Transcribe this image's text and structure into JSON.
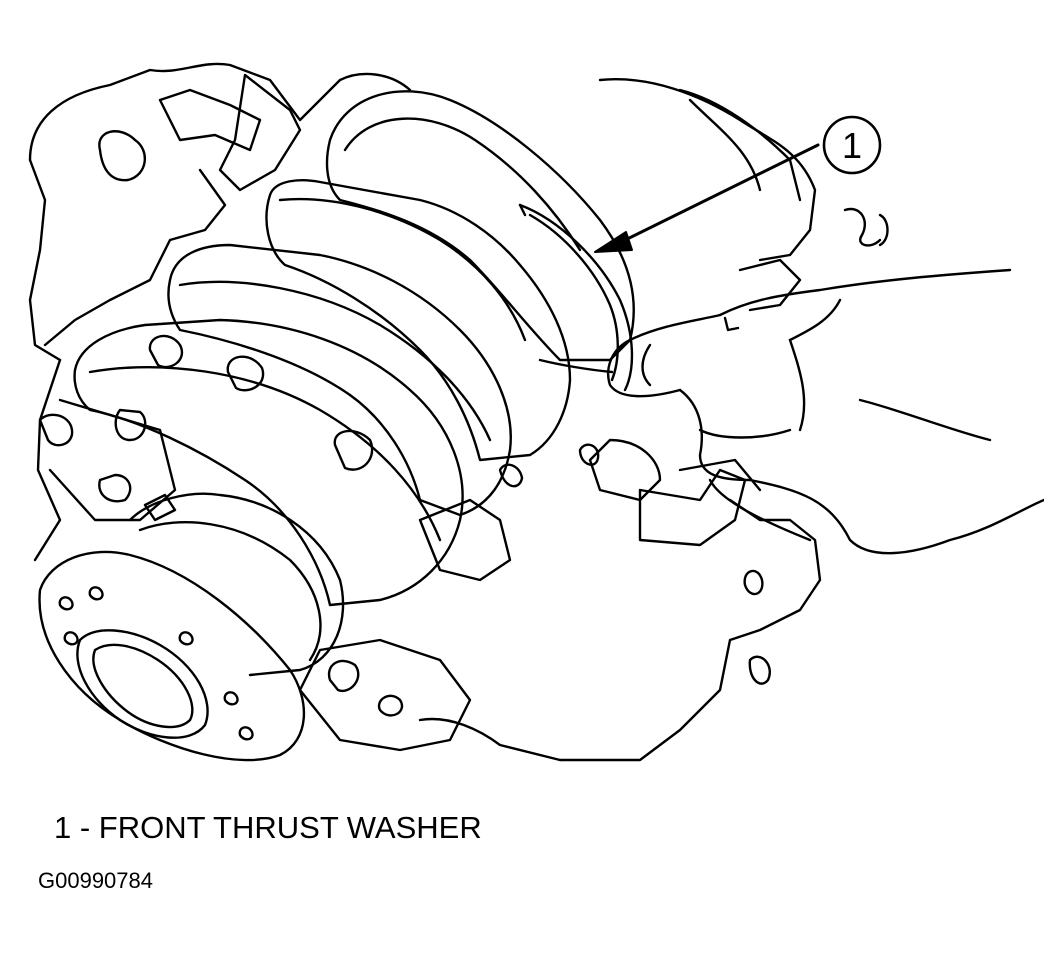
{
  "callout": {
    "number": "1"
  },
  "legend": {
    "items": [
      {
        "text": "1 - FRONT THRUST WASHER"
      }
    ]
  },
  "figure": {
    "id": "G00990784"
  }
}
